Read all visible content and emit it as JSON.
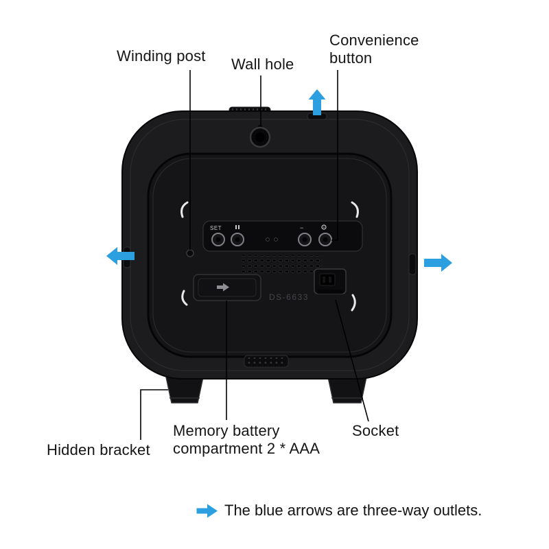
{
  "callouts": {
    "winding_post": "Winding post",
    "wall_hole": "Wall hole",
    "convenience_button": "Convenience button",
    "hidden_bracket": "Hidden bracket",
    "memory_battery": "Memory battery compartment 2 * AAA",
    "socket": "Socket"
  },
  "footnote": {
    "text": "The blue arrows are three-way outlets."
  },
  "device": {
    "model": "DS-6633",
    "set_label": "SET",
    "minus_label": "−"
  },
  "colors": {
    "arrow_blue": "#2b9fdf",
    "body_black": "#1c1c1e",
    "panel_black": "#151517"
  }
}
